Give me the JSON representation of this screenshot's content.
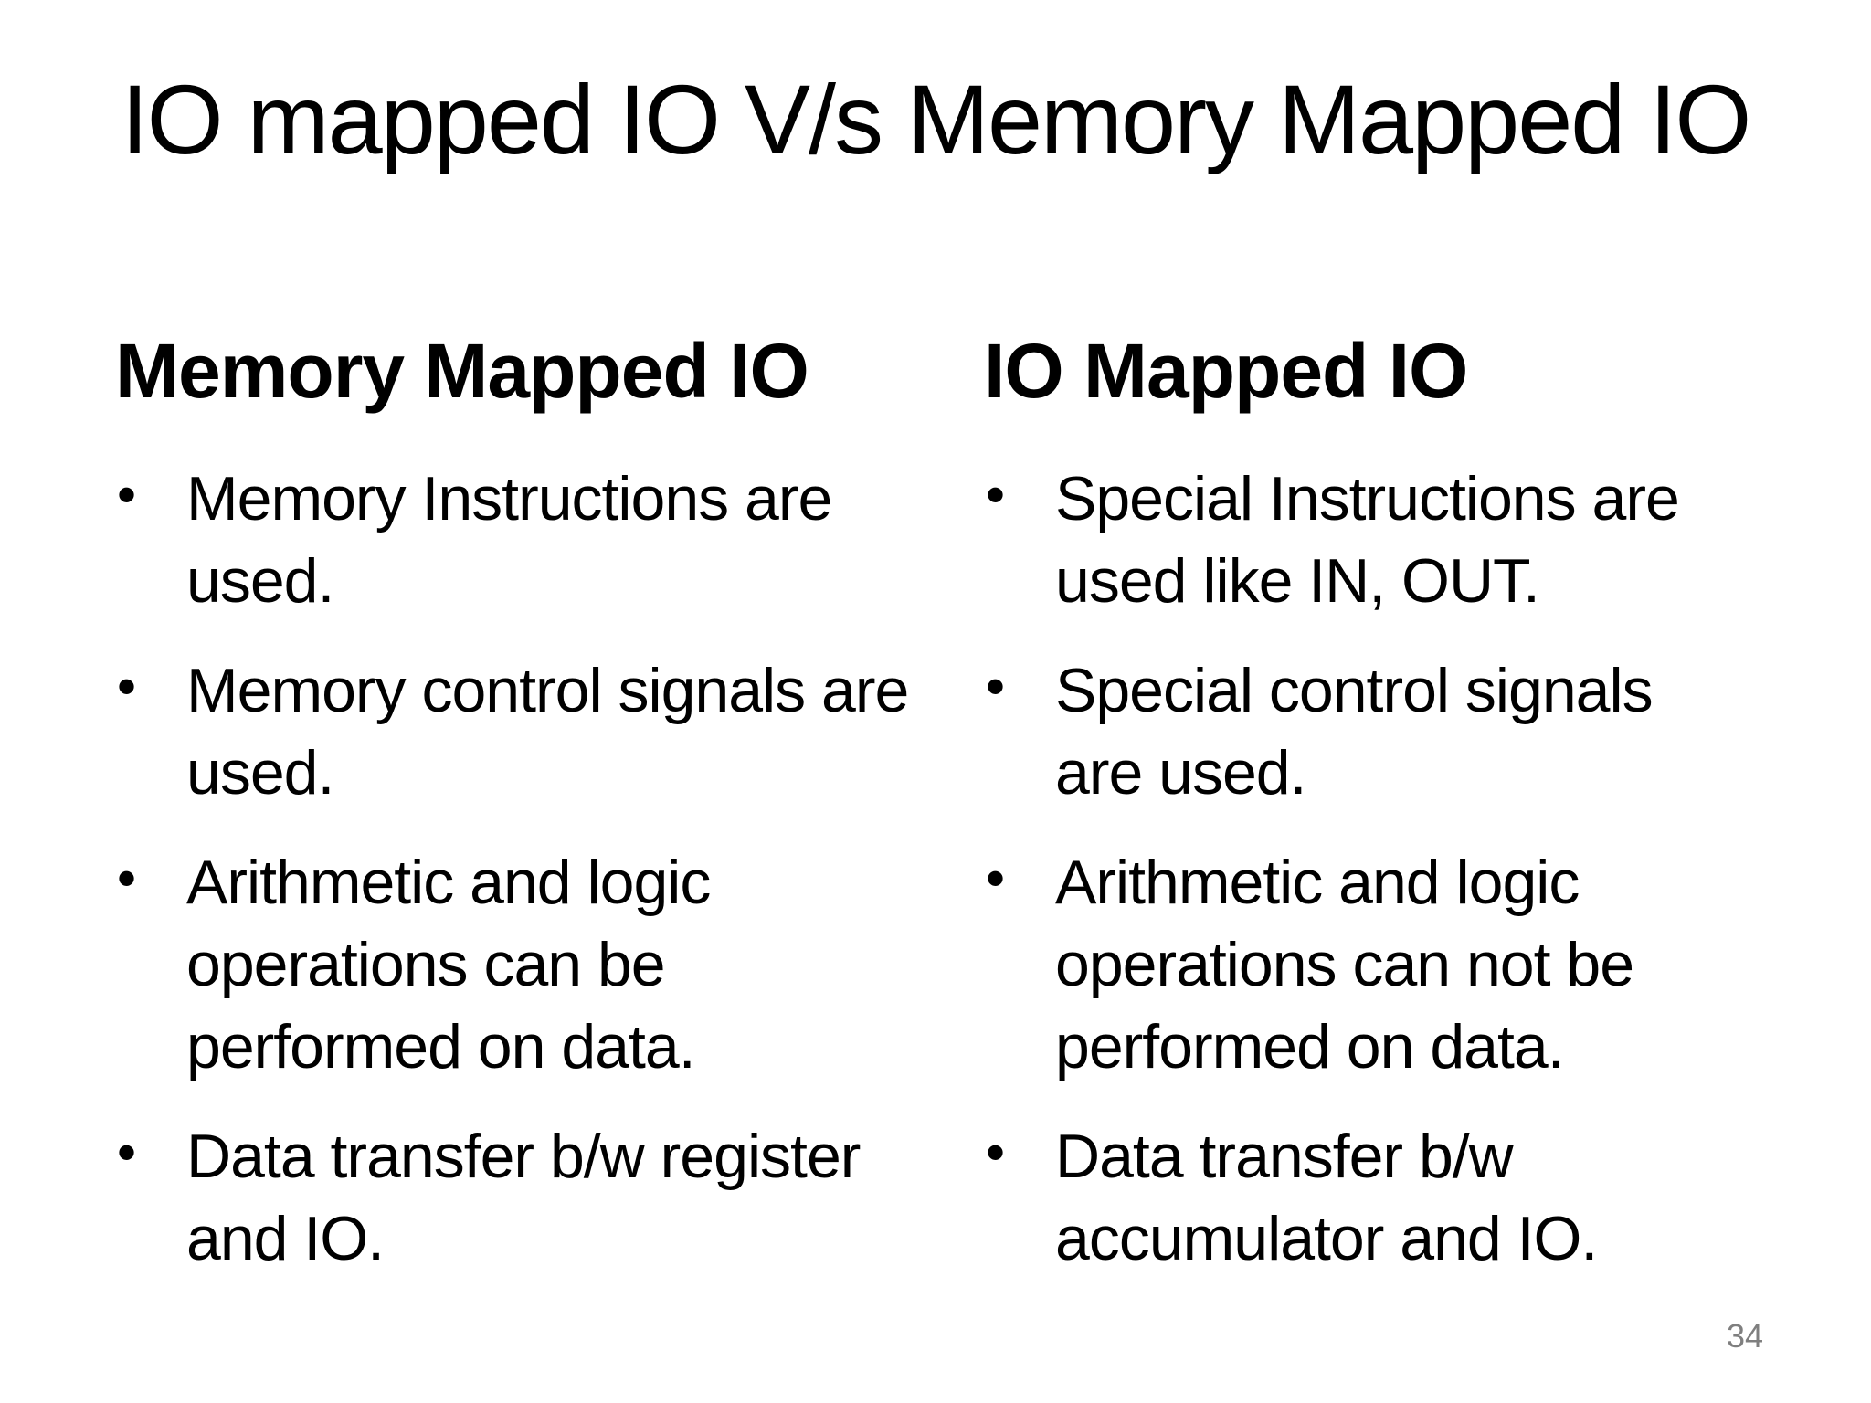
{
  "title": "IO mapped IO V/s Memory Mapped IO",
  "columns": [
    {
      "heading": "Memory Mapped IO",
      "bullets": [
        "Memory Instructions are\nused.",
        "Memory control signals are\nused.",
        "Arithmetic and logic\noperations can be\nperformed on data.",
        "Data transfer b/w register\nand IO."
      ]
    },
    {
      "heading": "IO Mapped IO",
      "bullets": [
        "Special Instructions are\nused like IN, OUT.",
        "Special control signals\nare used.",
        "Arithmetic and logic\noperations can not be\nperformed on data.",
        "Data transfer b/w\naccumulator and IO."
      ]
    }
  ],
  "page_number": "34",
  "colors": {
    "background": "#ffffff",
    "text": "#000000",
    "page_number": "#7f7f7f"
  }
}
